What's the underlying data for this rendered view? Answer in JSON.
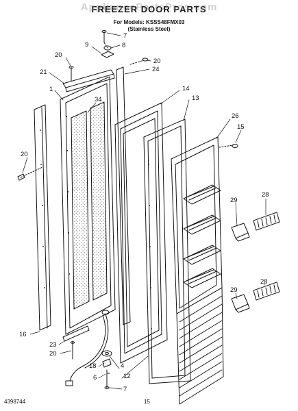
{
  "header": {
    "watermark": "AppliancePartsPros.com",
    "title": "FREEZER DOOR PARTS",
    "models_line": "For Models: KSSS48FMX03",
    "finish_line": "(Stainless Steel)"
  },
  "callouts": [
    "7",
    "8",
    "9",
    "20",
    "20",
    "21",
    "24",
    "1",
    "34",
    "14",
    "13",
    "26",
    "15",
    "20",
    "29",
    "28",
    "29",
    "28",
    "16",
    "23",
    "20",
    "18",
    "6",
    "4",
    "12",
    "7"
  ],
  "footer": {
    "doc_number": "4398744",
    "page_number": "15"
  },
  "colors": {
    "line": "#111111",
    "paper": "#ffffff",
    "watermark": "#969696"
  }
}
